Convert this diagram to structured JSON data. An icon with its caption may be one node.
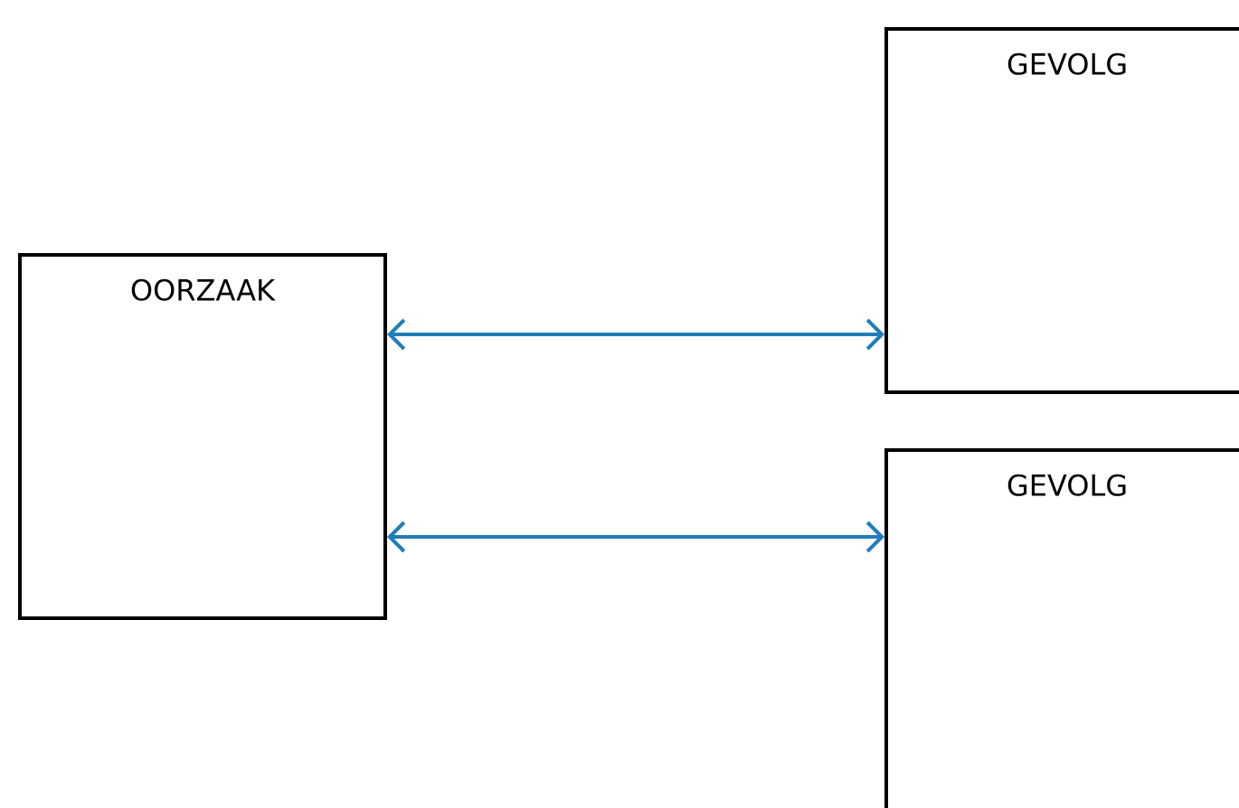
{
  "diagram": {
    "nodes": [
      {
        "text": [
          "OORZAAK"
        ]
      },
      {
        "text": [
          "GEVOLG"
        ]
      },
      {
        "text": [
          "GEVOLG"
        ]
      }
    ],
    "edges": [
      {
        "from": 0,
        "to": 1,
        "arrow": "both"
      },
      {
        "from": 0,
        "to": 2,
        "arrow": "both"
      }
    ]
  }
}
